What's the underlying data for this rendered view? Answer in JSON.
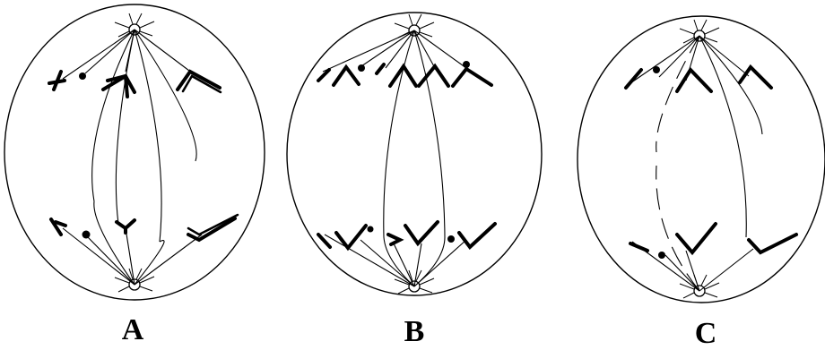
{
  "figure": {
    "panels": [
      {
        "id": "A",
        "label": "A"
      },
      {
        "id": "B",
        "label": "B"
      },
      {
        "id": "C",
        "label": "C"
      }
    ],
    "colors": {
      "ink": "#000000",
      "background": "#ffffff"
    }
  }
}
